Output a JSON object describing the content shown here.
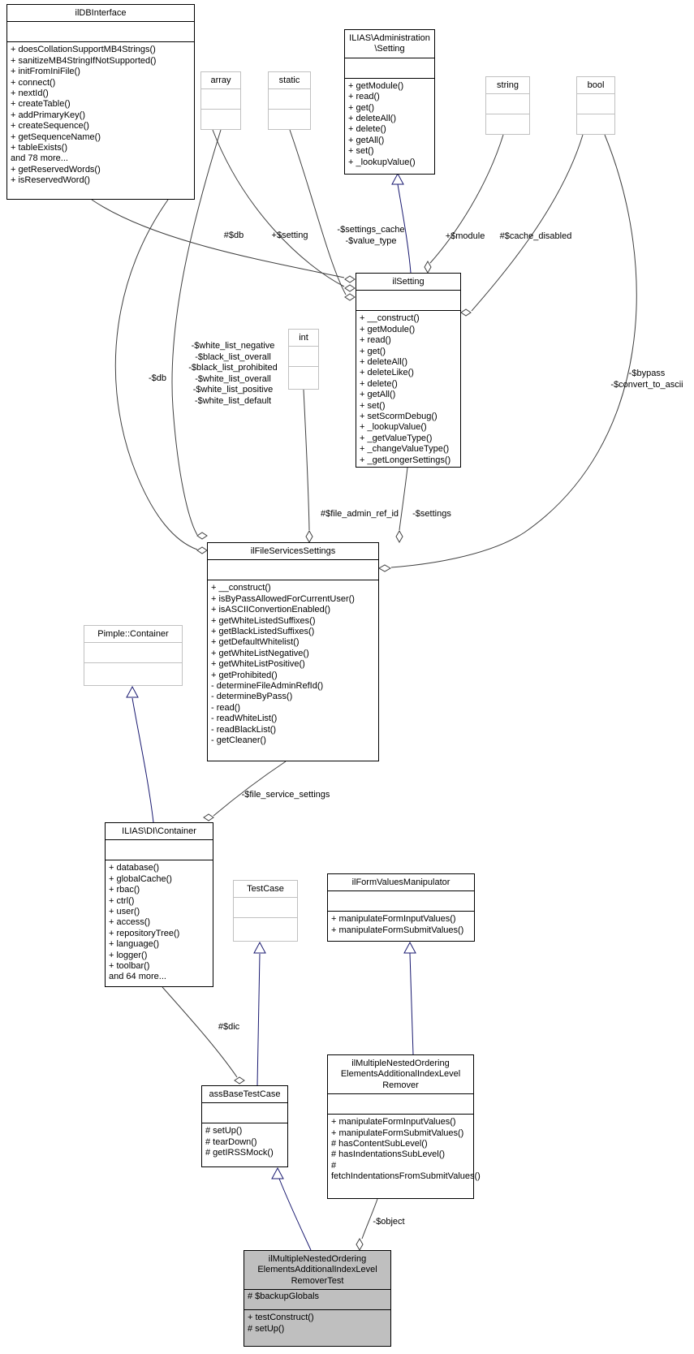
{
  "diagram": {
    "type": "uml-collaboration-diagram",
    "colors": {
      "inheritance_edge": "#191970",
      "aggregation_edge": "#404040",
      "node_border": "#000000",
      "stub_border": "#c0c0c0",
      "node_fill": "#ffffff",
      "highlight_fill": "#bfbfbf"
    }
  },
  "classes": [
    {
      "id": "ilDBInterface",
      "name_lines": [
        "ilDBInterface"
      ],
      "attributes": [],
      "methods": [
        "+ doesCollationSupportMB4Strings()",
        "+ sanitizeMB4StringIfNotSupported()",
        "+ initFromIniFile()",
        "+ connect()",
        "+ nextId()",
        "+ createTable()",
        "+ addPrimaryKey()",
        "+ createSequence()",
        "+ getSequenceName()",
        "+ tableExists()",
        "and 78 more...",
        "+ getReservedWords()",
        "+ isReservedWord()"
      ],
      "stub": false,
      "highlight": false
    },
    {
      "id": "array",
      "name_lines": [
        "array"
      ],
      "attributes": [],
      "methods": [],
      "stub": true,
      "highlight": false
    },
    {
      "id": "static",
      "name_lines": [
        "static"
      ],
      "attributes": [],
      "methods": [],
      "stub": true,
      "highlight": false
    },
    {
      "id": "AdminSetting",
      "name_lines": [
        "ILIAS\\Administration",
        "\\Setting"
      ],
      "attributes": [],
      "methods": [
        "+ getModule()",
        "+ read()",
        "+ get()",
        "+ deleteAll()",
        "+ delete()",
        "+ getAll()",
        "+ set()",
        "+ _lookupValue()"
      ],
      "stub": false,
      "highlight": false
    },
    {
      "id": "string",
      "name_lines": [
        "string"
      ],
      "attributes": [],
      "methods": [],
      "stub": true,
      "highlight": false
    },
    {
      "id": "bool",
      "name_lines": [
        "bool"
      ],
      "attributes": [],
      "methods": [],
      "stub": true,
      "highlight": false
    },
    {
      "id": "ilSetting",
      "name_lines": [
        "ilSetting"
      ],
      "attributes": [],
      "methods": [
        "+ __construct()",
        "+ getModule()",
        "+ read()",
        "+ get()",
        "+ deleteAll()",
        "+ deleteLike()",
        "+ delete()",
        "+ getAll()",
        "+ set()",
        "+ setScormDebug()",
        "+ _lookupValue()",
        "+ _getValueType()",
        "+ _changeValueType()",
        "+ _getLongerSettings()"
      ],
      "stub": false,
      "highlight": false
    },
    {
      "id": "int",
      "name_lines": [
        "int"
      ],
      "attributes": [],
      "methods": [],
      "stub": true,
      "highlight": false
    },
    {
      "id": "ilFileServicesSettings",
      "name_lines": [
        "ilFileServicesSettings"
      ],
      "attributes": [],
      "methods": [
        "+ __construct()",
        "+ isByPassAllowedForCurrentUser()",
        "+ isASCIIConvertionEnabled()",
        "+ getWhiteListedSuffixes()",
        "+ getBlackListedSuffixes()",
        "+ getDefaultWhitelist()",
        "+ getWhiteListNegative()",
        "+ getWhiteListPositive()",
        "+ getProhibited()",
        "- determineFileAdminRefId()",
        "- determineByPass()",
        "- read()",
        "- readWhiteList()",
        "- readBlackList()",
        "- getCleaner()"
      ],
      "stub": false,
      "highlight": false
    },
    {
      "id": "PimpleContainer",
      "name_lines": [
        "Pimple::Container"
      ],
      "attributes": [],
      "methods": [],
      "stub": true,
      "highlight": false
    },
    {
      "id": "DIContainer",
      "name_lines": [
        "ILIAS\\DI\\Container"
      ],
      "attributes": [],
      "methods": [
        "+ database()",
        "+ globalCache()",
        "+ rbac()",
        "+ ctrl()",
        "+ user()",
        "+ access()",
        "+ repositoryTree()",
        "+ language()",
        "+ logger()",
        "+ toolbar()",
        "and 64 more..."
      ],
      "stub": false,
      "highlight": false
    },
    {
      "id": "TestCase",
      "name_lines": [
        "TestCase"
      ],
      "attributes": [],
      "methods": [],
      "stub": true,
      "highlight": false
    },
    {
      "id": "ilFormValuesManipulator",
      "name_lines": [
        "ilFormValuesManipulator"
      ],
      "attributes": [],
      "methods": [
        "+ manipulateFormInputValues()",
        "+ manipulateFormSubmitValues()"
      ],
      "stub": false,
      "highlight": false
    },
    {
      "id": "Remover",
      "name_lines": [
        "ilMultipleNestedOrdering",
        "ElementsAdditionalIndexLevel",
        "Remover"
      ],
      "attributes": [],
      "methods": [
        "+ manipulateFormInputValues()",
        "+ manipulateFormSubmitValues()",
        "# hasContentSubLevel()",
        "# hasIndentationsSubLevel()",
        "# fetchIndentationsFromSubmitValues()"
      ],
      "stub": false,
      "highlight": false
    },
    {
      "id": "assBaseTestCase",
      "name_lines": [
        "assBaseTestCase"
      ],
      "attributes": [],
      "methods": [
        "# setUp()",
        "# tearDown()",
        "# getIRSSMock()"
      ],
      "stub": false,
      "highlight": false
    },
    {
      "id": "RemoverTest",
      "name_lines": [
        "ilMultipleNestedOrdering",
        "ElementsAdditionalIndexLevel",
        "RemoverTest"
      ],
      "attributes": [
        "# $backupGlobals"
      ],
      "methods": [
        "+ testConstruct()",
        "# setUp()"
      ],
      "stub": false,
      "highlight": true
    }
  ],
  "edge_labels": [
    {
      "id": "db-setting",
      "lines": [
        "#$db"
      ]
    },
    {
      "id": "setting",
      "lines": [
        "+$setting"
      ]
    },
    {
      "id": "settings-cache",
      "lines": [
        "-$settings_cache",
        "-$value_type"
      ]
    },
    {
      "id": "module",
      "lines": [
        "+$module"
      ]
    },
    {
      "id": "cache-disabled",
      "lines": [
        "#$cache_disabled"
      ]
    },
    {
      "id": "db-file",
      "lines": [
        "-$db"
      ]
    },
    {
      "id": "white-lists",
      "lines": [
        "-$white_list_negative",
        "-$black_list_overall",
        "-$black_list_prohibited",
        "-$white_list_overall",
        "-$white_list_positive",
        "-$white_list_default"
      ]
    },
    {
      "id": "bypass",
      "lines": [
        "-$bypass",
        "-$convert_to_ascii"
      ]
    },
    {
      "id": "file-admin-ref-id",
      "lines": [
        "#$file_admin_ref_id"
      ]
    },
    {
      "id": "settings2",
      "lines": [
        "-$settings"
      ]
    },
    {
      "id": "file-service-settings",
      "lines": [
        "-$file_service_settings"
      ]
    },
    {
      "id": "dic",
      "lines": [
        "#$dic"
      ]
    },
    {
      "id": "object",
      "lines": [
        "-$object"
      ]
    }
  ]
}
